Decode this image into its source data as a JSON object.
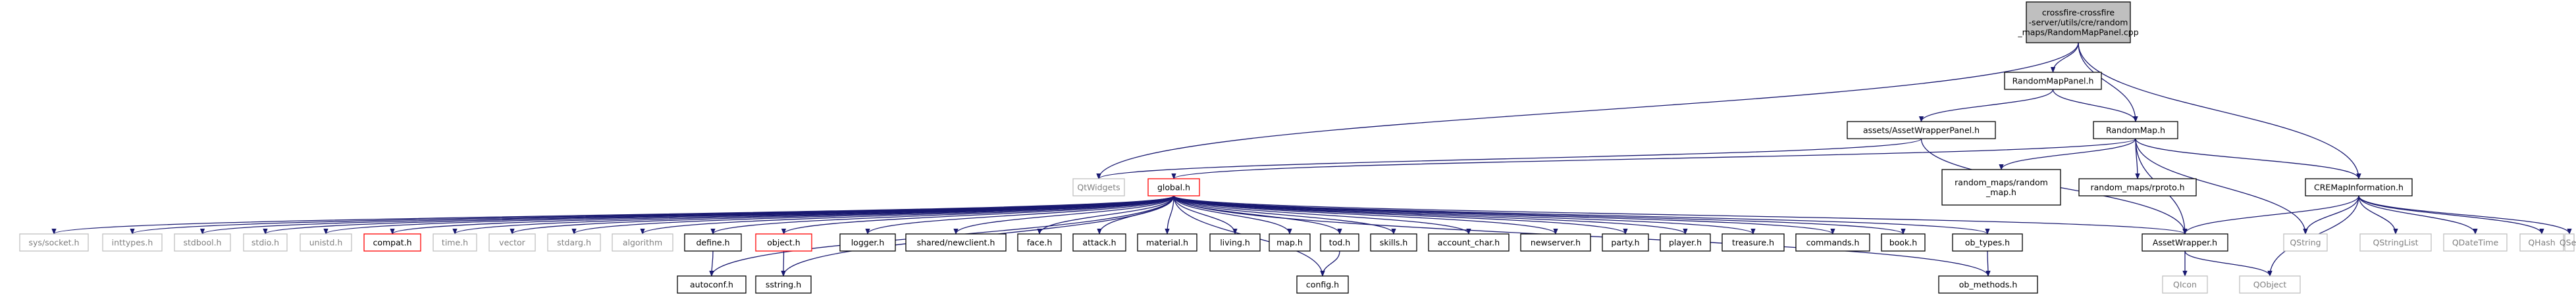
{
  "title": "crossfire-crossfire-server/utils/cre/random_maps/RandomMapPanel.cpp include dependency graph",
  "nodes": [
    {
      "id": "root",
      "style": "root",
      "lines": [
        "crossfire-crossfire",
        "-server/utils/cre/random",
        "_maps/RandomMapPanel.cpp"
      ]
    },
    {
      "id": "qtwidgets",
      "style": "missing",
      "lines": [
        "QtWidgets"
      ]
    },
    {
      "id": "randommappanel_h",
      "style": "normal",
      "lines": [
        "RandomMapPanel.h"
      ]
    },
    {
      "id": "randommap_h",
      "style": "normal",
      "lines": [
        "RandomMap.h"
      ]
    },
    {
      "id": "crem",
      "style": "normal",
      "lines": [
        "CREMapInformation.h"
      ]
    },
    {
      "id": "awp",
      "style": "normal",
      "lines": [
        "assets/AssetWrapperPanel.h"
      ]
    },
    {
      "id": "global",
      "style": "red",
      "lines": [
        "global.h"
      ]
    },
    {
      "id": "rmrm",
      "style": "normal",
      "lines": [
        "random_maps/random",
        "_map.h"
      ]
    },
    {
      "id": "rmproto",
      "style": "normal",
      "lines": [
        "random_maps/rproto.h"
      ]
    },
    {
      "id": "qstring",
      "style": "missing",
      "lines": [
        "QString"
      ]
    },
    {
      "id": "socket",
      "style": "missing",
      "lines": [
        "sys/socket.h"
      ]
    },
    {
      "id": "inttypes",
      "style": "missing",
      "lines": [
        "inttypes.h"
      ]
    },
    {
      "id": "stdbool",
      "style": "missing",
      "lines": [
        "stdbool.h"
      ]
    },
    {
      "id": "stdio",
      "style": "missing",
      "lines": [
        "stdio.h"
      ]
    },
    {
      "id": "unistd",
      "style": "missing",
      "lines": [
        "unistd.h"
      ]
    },
    {
      "id": "compat",
      "style": "red",
      "lines": [
        "compat.h"
      ]
    },
    {
      "id": "time",
      "style": "missing",
      "lines": [
        "time.h"
      ]
    },
    {
      "id": "vector",
      "style": "missing",
      "lines": [
        "vector"
      ]
    },
    {
      "id": "stdarg",
      "style": "missing",
      "lines": [
        "stdarg.h"
      ]
    },
    {
      "id": "algorithm",
      "style": "missing",
      "lines": [
        "algorithm"
      ]
    },
    {
      "id": "define",
      "style": "normal",
      "lines": [
        "define.h"
      ]
    },
    {
      "id": "object",
      "style": "red",
      "lines": [
        "object.h"
      ]
    },
    {
      "id": "logger",
      "style": "normal",
      "lines": [
        "logger.h"
      ]
    },
    {
      "id": "newclient",
      "style": "normal",
      "lines": [
        "shared/newclient.h"
      ]
    },
    {
      "id": "face",
      "style": "normal",
      "lines": [
        "face.h"
      ]
    },
    {
      "id": "attack",
      "style": "normal",
      "lines": [
        "attack.h"
      ]
    },
    {
      "id": "material",
      "style": "normal",
      "lines": [
        "material.h"
      ]
    },
    {
      "id": "living",
      "style": "normal",
      "lines": [
        "living.h"
      ]
    },
    {
      "id": "map",
      "style": "normal",
      "lines": [
        "map.h"
      ]
    },
    {
      "id": "tod",
      "style": "normal",
      "lines": [
        "tod.h"
      ]
    },
    {
      "id": "skills",
      "style": "normal",
      "lines": [
        "skills.h"
      ]
    },
    {
      "id": "account_char",
      "style": "normal",
      "lines": [
        "account_char.h"
      ]
    },
    {
      "id": "newserver",
      "style": "normal",
      "lines": [
        "newserver.h"
      ]
    },
    {
      "id": "party",
      "style": "normal",
      "lines": [
        "party.h"
      ]
    },
    {
      "id": "player",
      "style": "normal",
      "lines": [
        "player.h"
      ]
    },
    {
      "id": "treasure",
      "style": "normal",
      "lines": [
        "treasure.h"
      ]
    },
    {
      "id": "commands",
      "style": "normal",
      "lines": [
        "commands.h"
      ]
    },
    {
      "id": "book",
      "style": "normal",
      "lines": [
        "book.h"
      ]
    },
    {
      "id": "ob_types",
      "style": "normal",
      "lines": [
        "ob_types.h"
      ]
    },
    {
      "id": "assetwrapper",
      "style": "normal",
      "lines": [
        "AssetWrapper.h"
      ]
    },
    {
      "id": "qstringlist",
      "style": "missing",
      "lines": [
        "QStringList"
      ]
    },
    {
      "id": "qdatetime",
      "style": "missing",
      "lines": [
        "QDateTime"
      ]
    },
    {
      "id": "qhash",
      "style": "missing",
      "lines": [
        "QHash"
      ]
    },
    {
      "id": "qset",
      "style": "missing",
      "lines": [
        "QSet"
      ]
    },
    {
      "id": "autoconf",
      "style": "normal",
      "lines": [
        "autoconf.h"
      ]
    },
    {
      "id": "sstring",
      "style": "normal",
      "lines": [
        "sstring.h"
      ]
    },
    {
      "id": "config",
      "style": "normal",
      "lines": [
        "config.h"
      ]
    },
    {
      "id": "ob_methods",
      "style": "normal",
      "lines": [
        "ob_methods.h"
      ]
    },
    {
      "id": "qicon",
      "style": "missing",
      "lines": [
        "QIcon"
      ]
    },
    {
      "id": "qobject",
      "style": "missing",
      "lines": [
        "QObject"
      ]
    }
  ],
  "edges": [
    [
      "root",
      "qtwidgets"
    ],
    [
      "root",
      "randommappanel_h"
    ],
    [
      "root",
      "randommap_h"
    ],
    [
      "root",
      "crem"
    ],
    [
      "randommappanel_h",
      "awp"
    ],
    [
      "randommappanel_h",
      "randommap_h"
    ],
    [
      "awp",
      "qtwidgets"
    ],
    [
      "awp",
      "assetwrapper"
    ],
    [
      "randommap_h",
      "global"
    ],
    [
      "randommap_h",
      "rmrm"
    ],
    [
      "randommap_h",
      "rmproto"
    ],
    [
      "randommap_h",
      "crem"
    ],
    [
      "randommap_h",
      "assetwrapper"
    ],
    [
      "randommap_h",
      "qstring"
    ],
    [
      "crem",
      "assetwrapper"
    ],
    [
      "crem",
      "qstring"
    ],
    [
      "crem",
      "qstringlist"
    ],
    [
      "crem",
      "qdatetime"
    ],
    [
      "crem",
      "qhash"
    ],
    [
      "crem",
      "qset"
    ],
    [
      "crem",
      "qobject"
    ],
    [
      "global",
      "socket"
    ],
    [
      "global",
      "inttypes"
    ],
    [
      "global",
      "stdbool"
    ],
    [
      "global",
      "stdio"
    ],
    [
      "global",
      "unistd"
    ],
    [
      "global",
      "compat"
    ],
    [
      "global",
      "time"
    ],
    [
      "global",
      "vector"
    ],
    [
      "global",
      "stdarg"
    ],
    [
      "global",
      "algorithm"
    ],
    [
      "global",
      "define"
    ],
    [
      "global",
      "object"
    ],
    [
      "global",
      "logger"
    ],
    [
      "global",
      "newclient"
    ],
    [
      "global",
      "face"
    ],
    [
      "global",
      "attack"
    ],
    [
      "global",
      "material"
    ],
    [
      "global",
      "living"
    ],
    [
      "global",
      "map"
    ],
    [
      "global",
      "tod"
    ],
    [
      "global",
      "skills"
    ],
    [
      "global",
      "account_char"
    ],
    [
      "global",
      "newserver"
    ],
    [
      "global",
      "party"
    ],
    [
      "global",
      "player"
    ],
    [
      "global",
      "treasure"
    ],
    [
      "global",
      "commands"
    ],
    [
      "global",
      "book"
    ],
    [
      "global",
      "ob_types"
    ],
    [
      "global",
      "autoconf"
    ],
    [
      "global",
      "sstring"
    ],
    [
      "global",
      "config"
    ],
    [
      "global",
      "ob_methods"
    ],
    [
      "global",
      "assetwrapper"
    ],
    [
      "define",
      "autoconf"
    ],
    [
      "object",
      "sstring"
    ],
    [
      "tod",
      "config"
    ],
    [
      "ob_types",
      "ob_methods"
    ],
    [
      "assetwrapper",
      "qicon"
    ],
    [
      "assetwrapper",
      "qobject"
    ]
  ]
}
